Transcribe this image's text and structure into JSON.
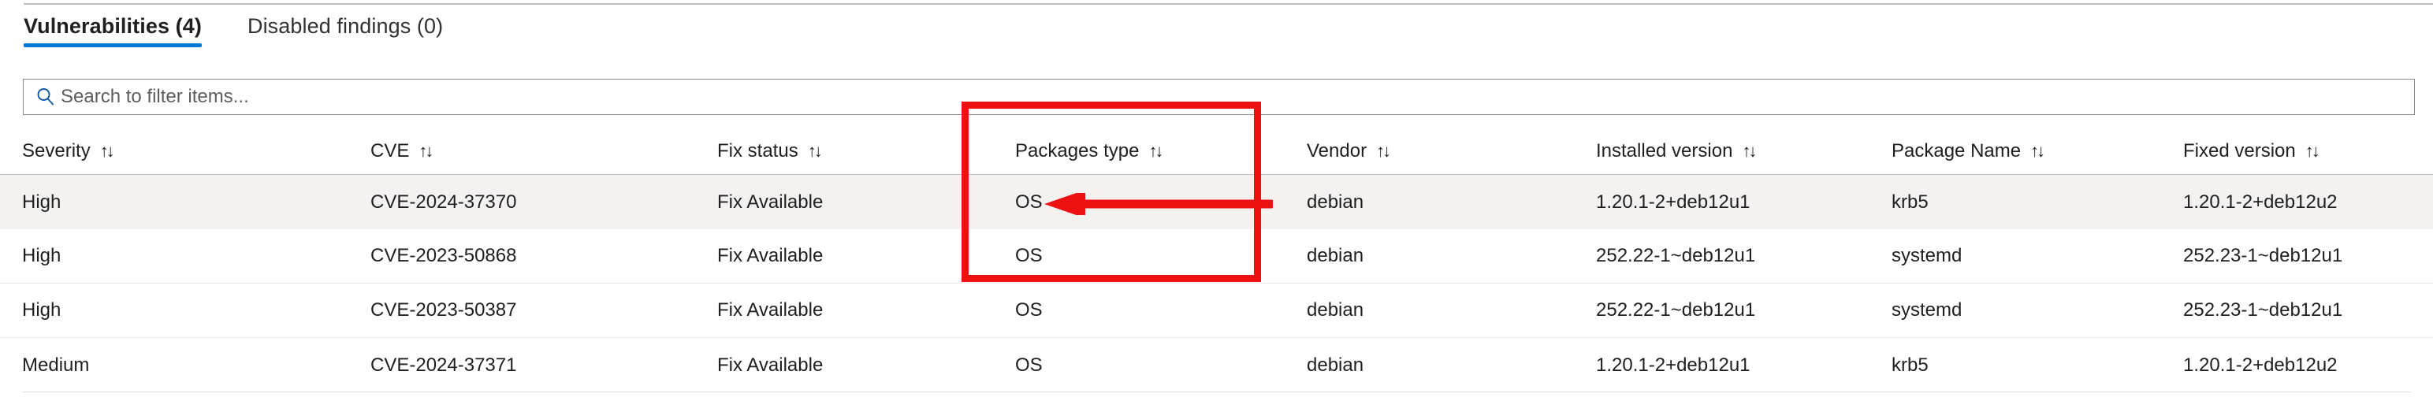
{
  "tabs": [
    {
      "label": "Vulnerabilities (4)",
      "selected": true
    },
    {
      "label": "Disabled findings (0)",
      "selected": false
    }
  ],
  "search": {
    "placeholder": "Search to filter items...",
    "value": "",
    "icon": "search-icon"
  },
  "table": {
    "sort_glyph": "↑↓",
    "columns": [
      {
        "key": "severity",
        "label": "Severity"
      },
      {
        "key": "cve",
        "label": "CVE"
      },
      {
        "key": "fix_status",
        "label": "Fix status"
      },
      {
        "key": "packages_type",
        "label": "Packages type"
      },
      {
        "key": "vendor",
        "label": "Vendor"
      },
      {
        "key": "installed_version",
        "label": "Installed version"
      },
      {
        "key": "package_name",
        "label": "Package Name"
      },
      {
        "key": "fixed_version",
        "label": "Fixed version"
      }
    ],
    "rows": [
      {
        "severity": "High",
        "cve": "CVE-2024-37370",
        "fix_status": "Fix Available",
        "packages_type": "OS",
        "vendor": "debian",
        "installed_version": "1.20.1-2+deb12u1",
        "package_name": "krb5",
        "fixed_version": "1.20.1-2+deb12u2"
      },
      {
        "severity": "High",
        "cve": "CVE-2023-50868",
        "fix_status": "Fix Available",
        "packages_type": "OS",
        "vendor": "debian",
        "installed_version": "252.22-1~deb12u1",
        "package_name": "systemd",
        "fixed_version": "252.23-1~deb12u1"
      },
      {
        "severity": "High",
        "cve": "CVE-2023-50387",
        "fix_status": "Fix Available",
        "packages_type": "OS",
        "vendor": "debian",
        "installed_version": "252.22-1~deb12u1",
        "package_name": "systemd",
        "fixed_version": "252.23-1~deb12u1"
      },
      {
        "severity": "Medium",
        "cve": "CVE-2024-37371",
        "fix_status": "Fix Available",
        "packages_type": "OS",
        "vendor": "debian",
        "installed_version": "1.20.1-2+deb12u1",
        "package_name": "krb5",
        "fixed_version": "1.20.1-2+deb12u2"
      }
    ]
  },
  "annotation": {
    "color": "#ee1111",
    "highlight_target": "Packages type",
    "arrow_target": "OS"
  },
  "colors": {
    "accent": "#0078d4",
    "row_highlight": "#f3f2f1",
    "text": "#201f1e",
    "annotation": "#ee1111"
  }
}
